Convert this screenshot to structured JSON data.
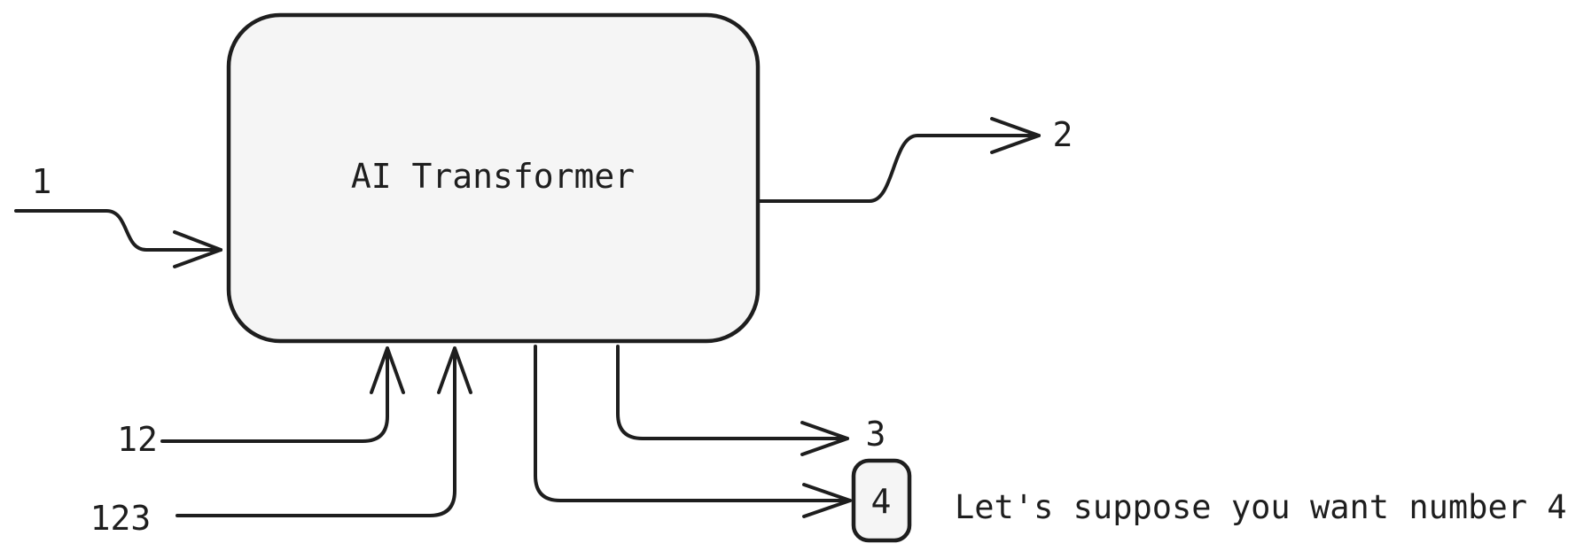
{
  "diagram": {
    "node": {
      "label": "AI Transformer"
    },
    "inputs": [
      {
        "label": "1"
      },
      {
        "label": "12"
      },
      {
        "label": "123"
      }
    ],
    "outputs": [
      {
        "label": "2"
      },
      {
        "label": "3"
      },
      {
        "label": "4"
      }
    ],
    "note": "Let's suppose you want number 4",
    "colors": {
      "stroke": "#1e1e1e",
      "node_fill": "#f5f5f5",
      "background": "#ffffff"
    }
  }
}
